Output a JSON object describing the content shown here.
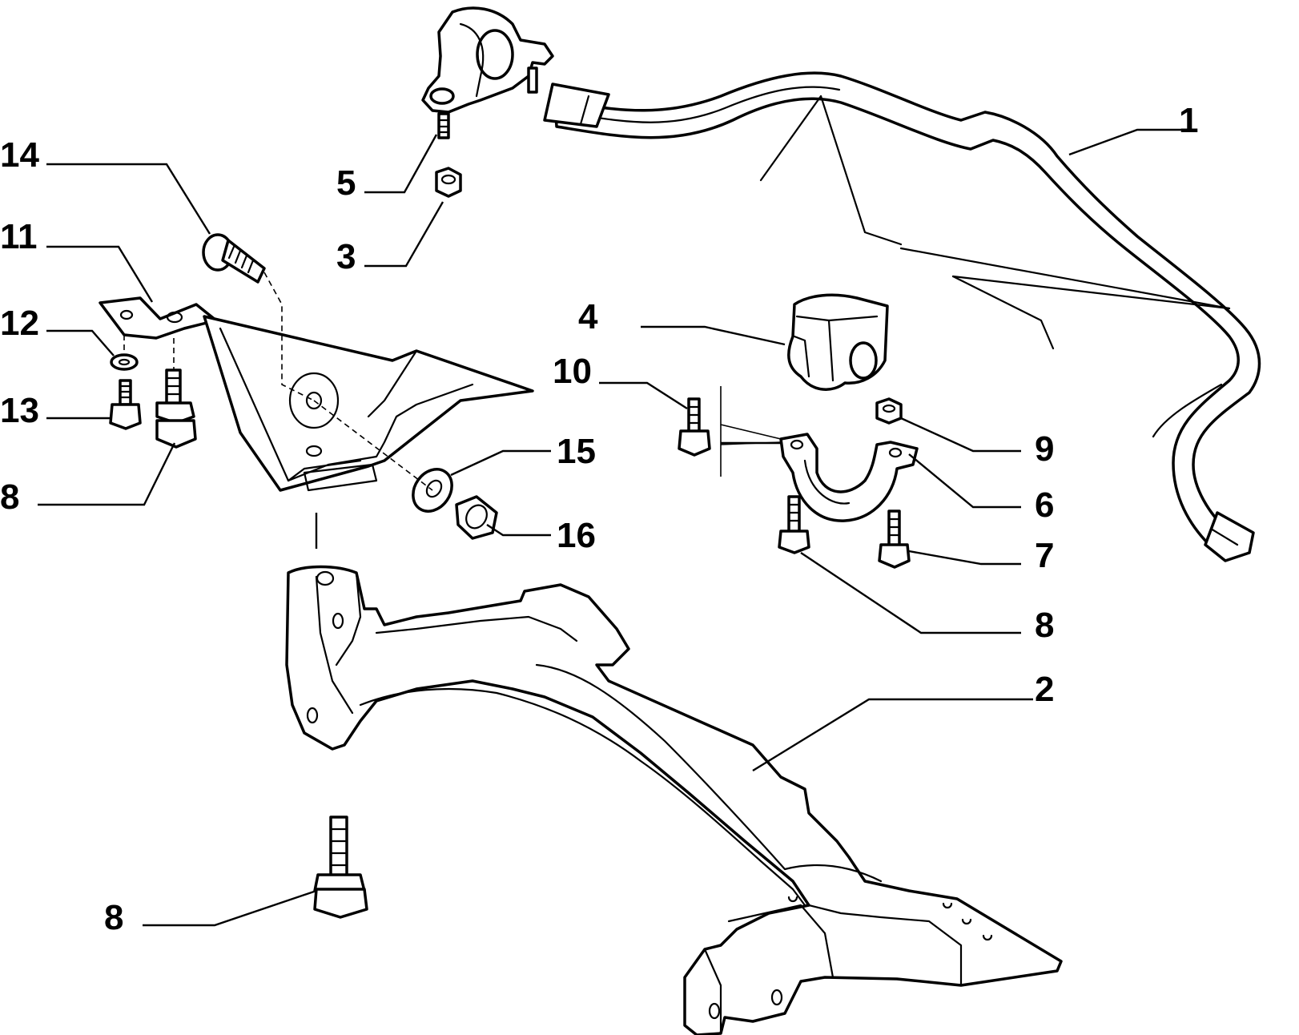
{
  "callouts": {
    "c1": "1",
    "c2": "2",
    "c3": "3",
    "c4": "4",
    "c5": "5",
    "c6": "6",
    "c7": "7",
    "c8a": "8",
    "c8b": "8",
    "c8c": "8",
    "c9": "9",
    "c10": "10",
    "c11": "11",
    "c12": "12",
    "c13": "13",
    "c14": "14",
    "c15": "15",
    "c16": "16"
  },
  "colors": {
    "line": "#000000",
    "background": "#ffffff"
  }
}
